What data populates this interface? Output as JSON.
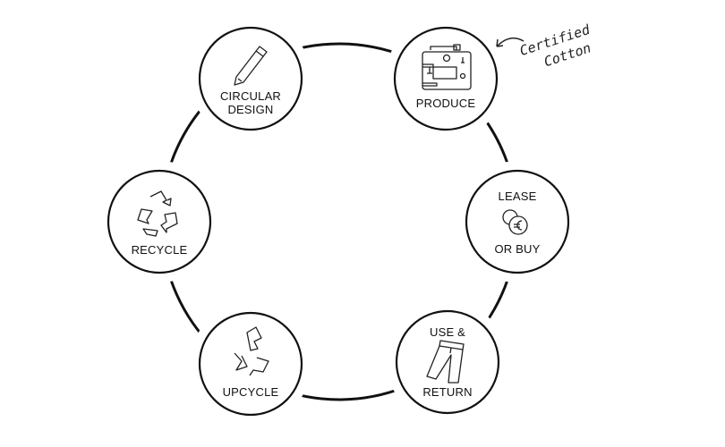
{
  "stages": [
    {
      "id": "circular-design",
      "label_lines": [
        "CIRCULAR",
        "DESIGN"
      ],
      "icon": "pencil-icon"
    },
    {
      "id": "produce",
      "label_lines": [
        "PRODUCE"
      ],
      "icon": "sewing-machine-icon"
    },
    {
      "id": "lease-or-buy",
      "label_top": "LEASE",
      "label_bottom": "OR BUY",
      "icon": "euro-coins-icon"
    },
    {
      "id": "use-and-return",
      "label_top": "USE &",
      "label_bottom": "RETURN",
      "icon": "trousers-icon"
    },
    {
      "id": "upcycle",
      "label_lines": [
        "UPCYCLE"
      ],
      "icon": "upcycle-arrows-icon"
    },
    {
      "id": "recycle",
      "label_lines": [
        "RECYCLE"
      ],
      "icon": "recycle-icon"
    }
  ],
  "annotation": {
    "lines": [
      "Certified",
      "Cotton"
    ],
    "points_to": "produce"
  },
  "colors": {
    "stroke": "#111111",
    "background": "#ffffff"
  }
}
